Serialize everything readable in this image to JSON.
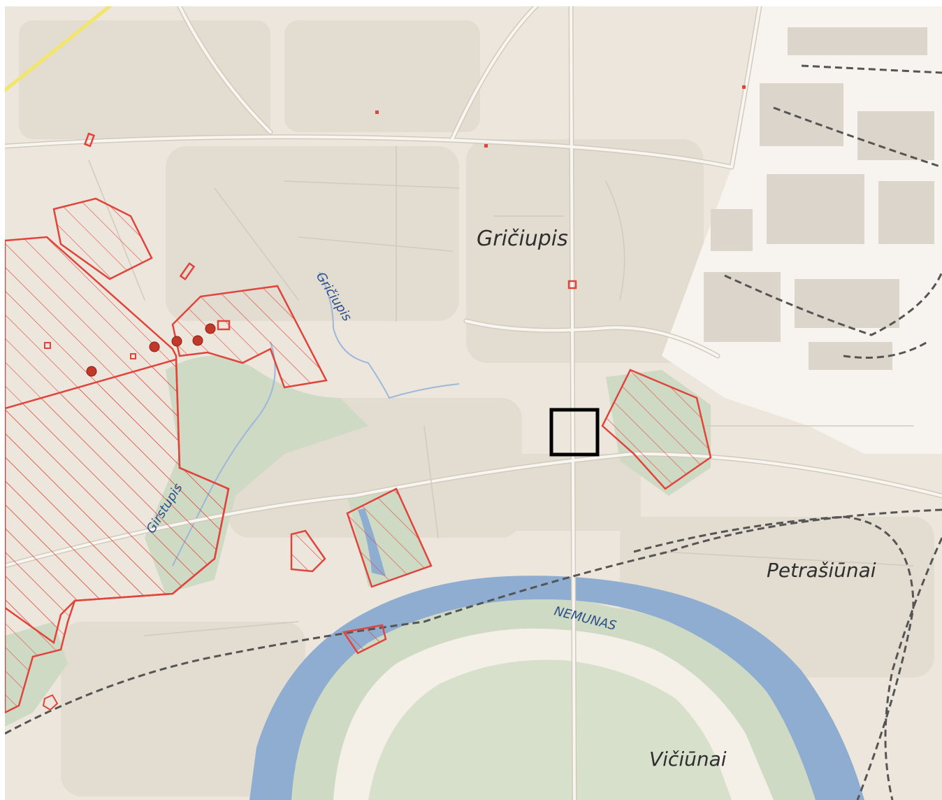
{
  "map": {
    "labels": {
      "griciupis_district": "Gričiupis",
      "petrasiunai": "Petrašiūnai",
      "viciunai": "Vičiūnai",
      "griciupis_stream": "Gričiupis",
      "girstupis": "Girstupis",
      "nemunas": "NEMUNAS"
    },
    "colors": {
      "land": "#ece6dc",
      "built": "#e2dbd0",
      "building": "#d9d1c5",
      "industrial": "#f6f3ee",
      "green": "#cdd8c1",
      "water": "#8eadd1",
      "water_dark": "#6d91c0",
      "sand": "#f3efe8",
      "road": "#f8f6f2",
      "road_casing": "#d3cabb",
      "protected_outline": "#e0443a",
      "selection_box": "#000000",
      "railway": "#555555",
      "highway": "#f2e66a"
    },
    "symbols": [
      "protected-area-hatch",
      "selection-square",
      "railway-line",
      "protected-point-marker"
    ]
  }
}
